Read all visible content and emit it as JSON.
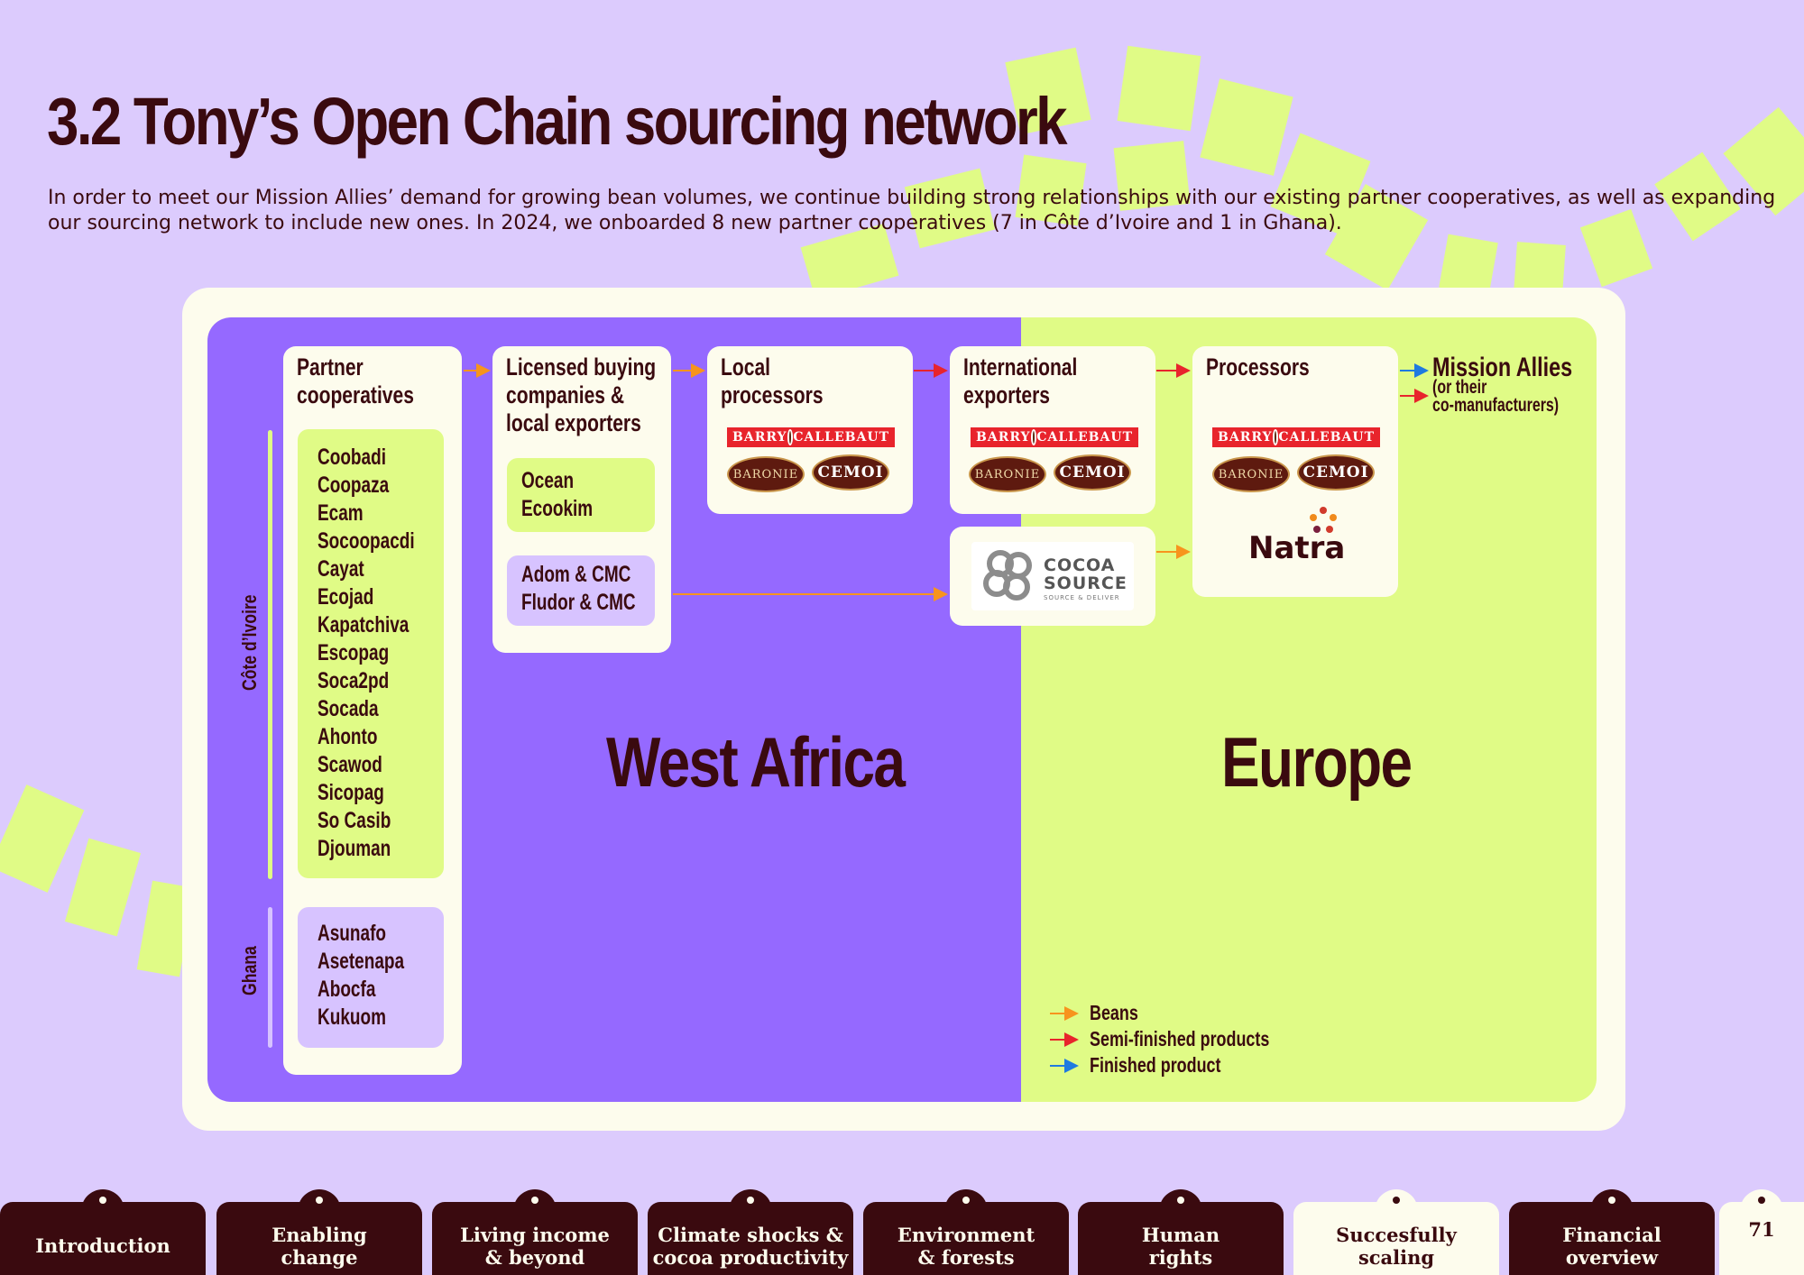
{
  "page": {
    "title": "3.2  Tony’s Open Chain sourcing network",
    "intro": "In order to meet our Mission Allies’ demand for growing bean volumes, we continue building strong relationships with our existing partner cooperatives, as well as expanding our sourcing network to include new ones. In 2024, we onboarded 8 new partner cooperatives (7 in Côte d’Ivoire and 1 in Ghana).",
    "page_number": "71"
  },
  "diagram": {
    "regions": {
      "west_africa": "West Africa",
      "europe": "Europe"
    },
    "partner_cooperatives": {
      "header": [
        "Partner",
        "cooperatives"
      ],
      "cote_label": "Côte d’Ivoire",
      "ghana_label": "Ghana",
      "cote_divoire": [
        "Coobadi",
        "Coopaza",
        "Ecam",
        "Socoopacdi",
        "Cayat",
        "Ecojad",
        "Kapatchiva",
        "Escopag",
        "Soca2pd",
        "Socada",
        "Ahonto",
        "Scawod",
        "Sicopag",
        "So Casib",
        "Djouman"
      ],
      "ghana": [
        "Asunafo",
        "Asetenapa",
        "Abocfa",
        "Kukuom"
      ]
    },
    "licensed_buyers": {
      "header": [
        "Licensed buying",
        "companies &",
        "local exporters"
      ],
      "group1": [
        "Ocean",
        "Ecookim"
      ],
      "group2": [
        "Adom & CMC",
        "Fludor & CMC"
      ]
    },
    "local_processors": {
      "header": [
        "Local",
        "processors"
      ]
    },
    "international_exporters": {
      "header": [
        "International",
        "exporters"
      ]
    },
    "processors": {
      "header": [
        "Processors"
      ]
    },
    "mission_allies": {
      "header": "Mission Allies",
      "sub": [
        "(or their",
        "co-manufacturers)"
      ]
    },
    "logos": {
      "barry_left": "BARRY",
      "barry_right": "CALLEBAUT",
      "baronie": "BARONIE",
      "cemoi": "CEMOI",
      "natra": "Natra",
      "cocoa_source": [
        "COCOA",
        "SOURCE"
      ],
      "cocoa_source_sub": "SOURCE & DELIVER"
    },
    "legend": [
      {
        "label": "Beans",
        "color": "#f7941d"
      },
      {
        "label": "Semi-finished products",
        "color": "#e8242c"
      },
      {
        "label": "Finished product",
        "color": "#1f7ae0"
      }
    ]
  },
  "colors": {
    "background": "#dccbfd",
    "dark": "#3a0a0f",
    "purple": "#9569ff",
    "lime": "#e0fb86",
    "cream": "#fdfced"
  },
  "nav": {
    "tabs": [
      {
        "line1": "Introduction",
        "line2": ""
      },
      {
        "line1": "Enabling",
        "line2": "change"
      },
      {
        "line1": "Living income",
        "line2": "& beyond"
      },
      {
        "line1": "Climate shocks &",
        "line2": "cocoa productivity"
      },
      {
        "line1": "Environment",
        "line2": "& forests"
      },
      {
        "line1": "Human",
        "line2": "rights"
      },
      {
        "line1": "Succesfully",
        "line2": "scaling"
      },
      {
        "line1": "Financial",
        "line2": "overview"
      }
    ]
  }
}
